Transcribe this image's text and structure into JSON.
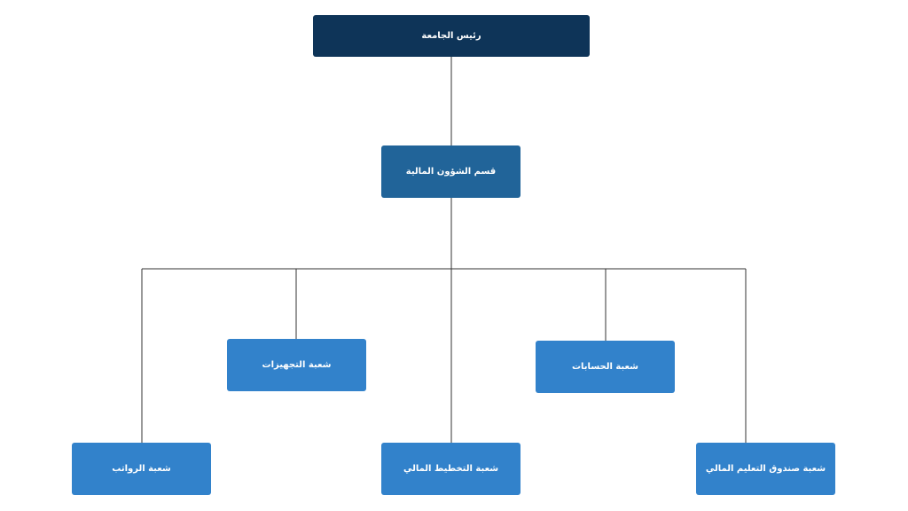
{
  "org_chart": {
    "root": {
      "label": "رئيس الجامعة"
    },
    "department": {
      "label": "قسم الشؤون المالية"
    },
    "divisions": {
      "equipment": "شعبة التجهيزات",
      "accounts": "شعبة الحسابات",
      "salaries": "شعبة الرواتب",
      "financial_planning": "شعبة التخطيط المالي",
      "education_fund": "شعبة صندوق التعليم المالي"
    }
  },
  "colors": {
    "root": "#0e3458",
    "department": "#216499",
    "division": "#3282cb",
    "connector": "#333333"
  }
}
